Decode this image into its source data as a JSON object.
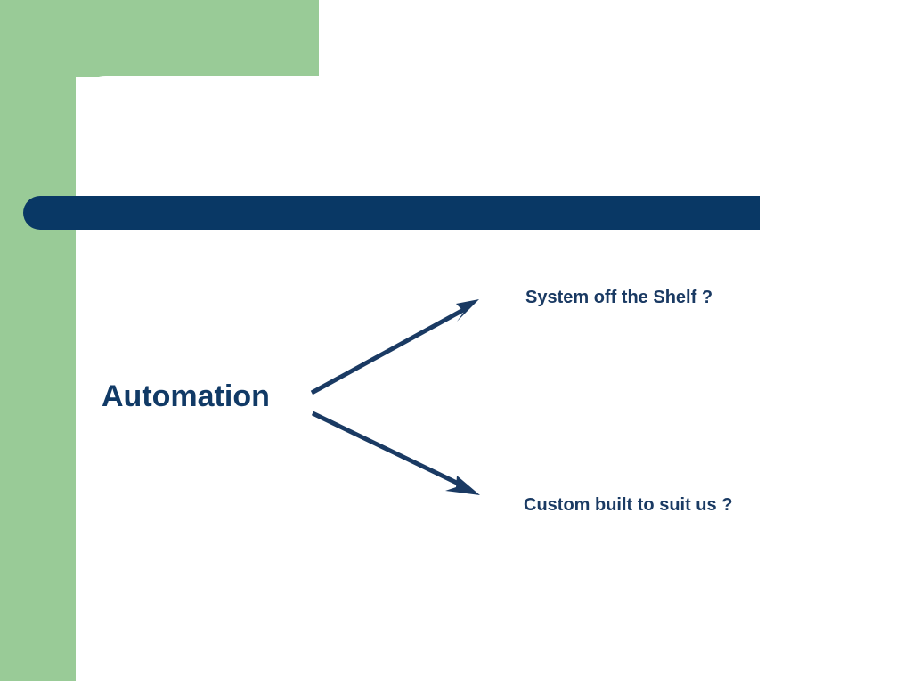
{
  "slide": {
    "background_color": "#ffffff",
    "accent_green": "#99CB97",
    "accent_navy": "#093865",
    "text_navy": "#1A3A63",
    "title_bar_text": "",
    "center_node": "Automation",
    "branches": [
      {
        "label": "System off the Shelf ?",
        "direction": "up-right"
      },
      {
        "label": "Custom built to suit us ?",
        "direction": "down-right"
      }
    ]
  },
  "diagram_data": {
    "type": "node-branch",
    "root": "Automation",
    "children": [
      "System off the Shelf ?",
      "Custom built to suit us ?"
    ]
  }
}
